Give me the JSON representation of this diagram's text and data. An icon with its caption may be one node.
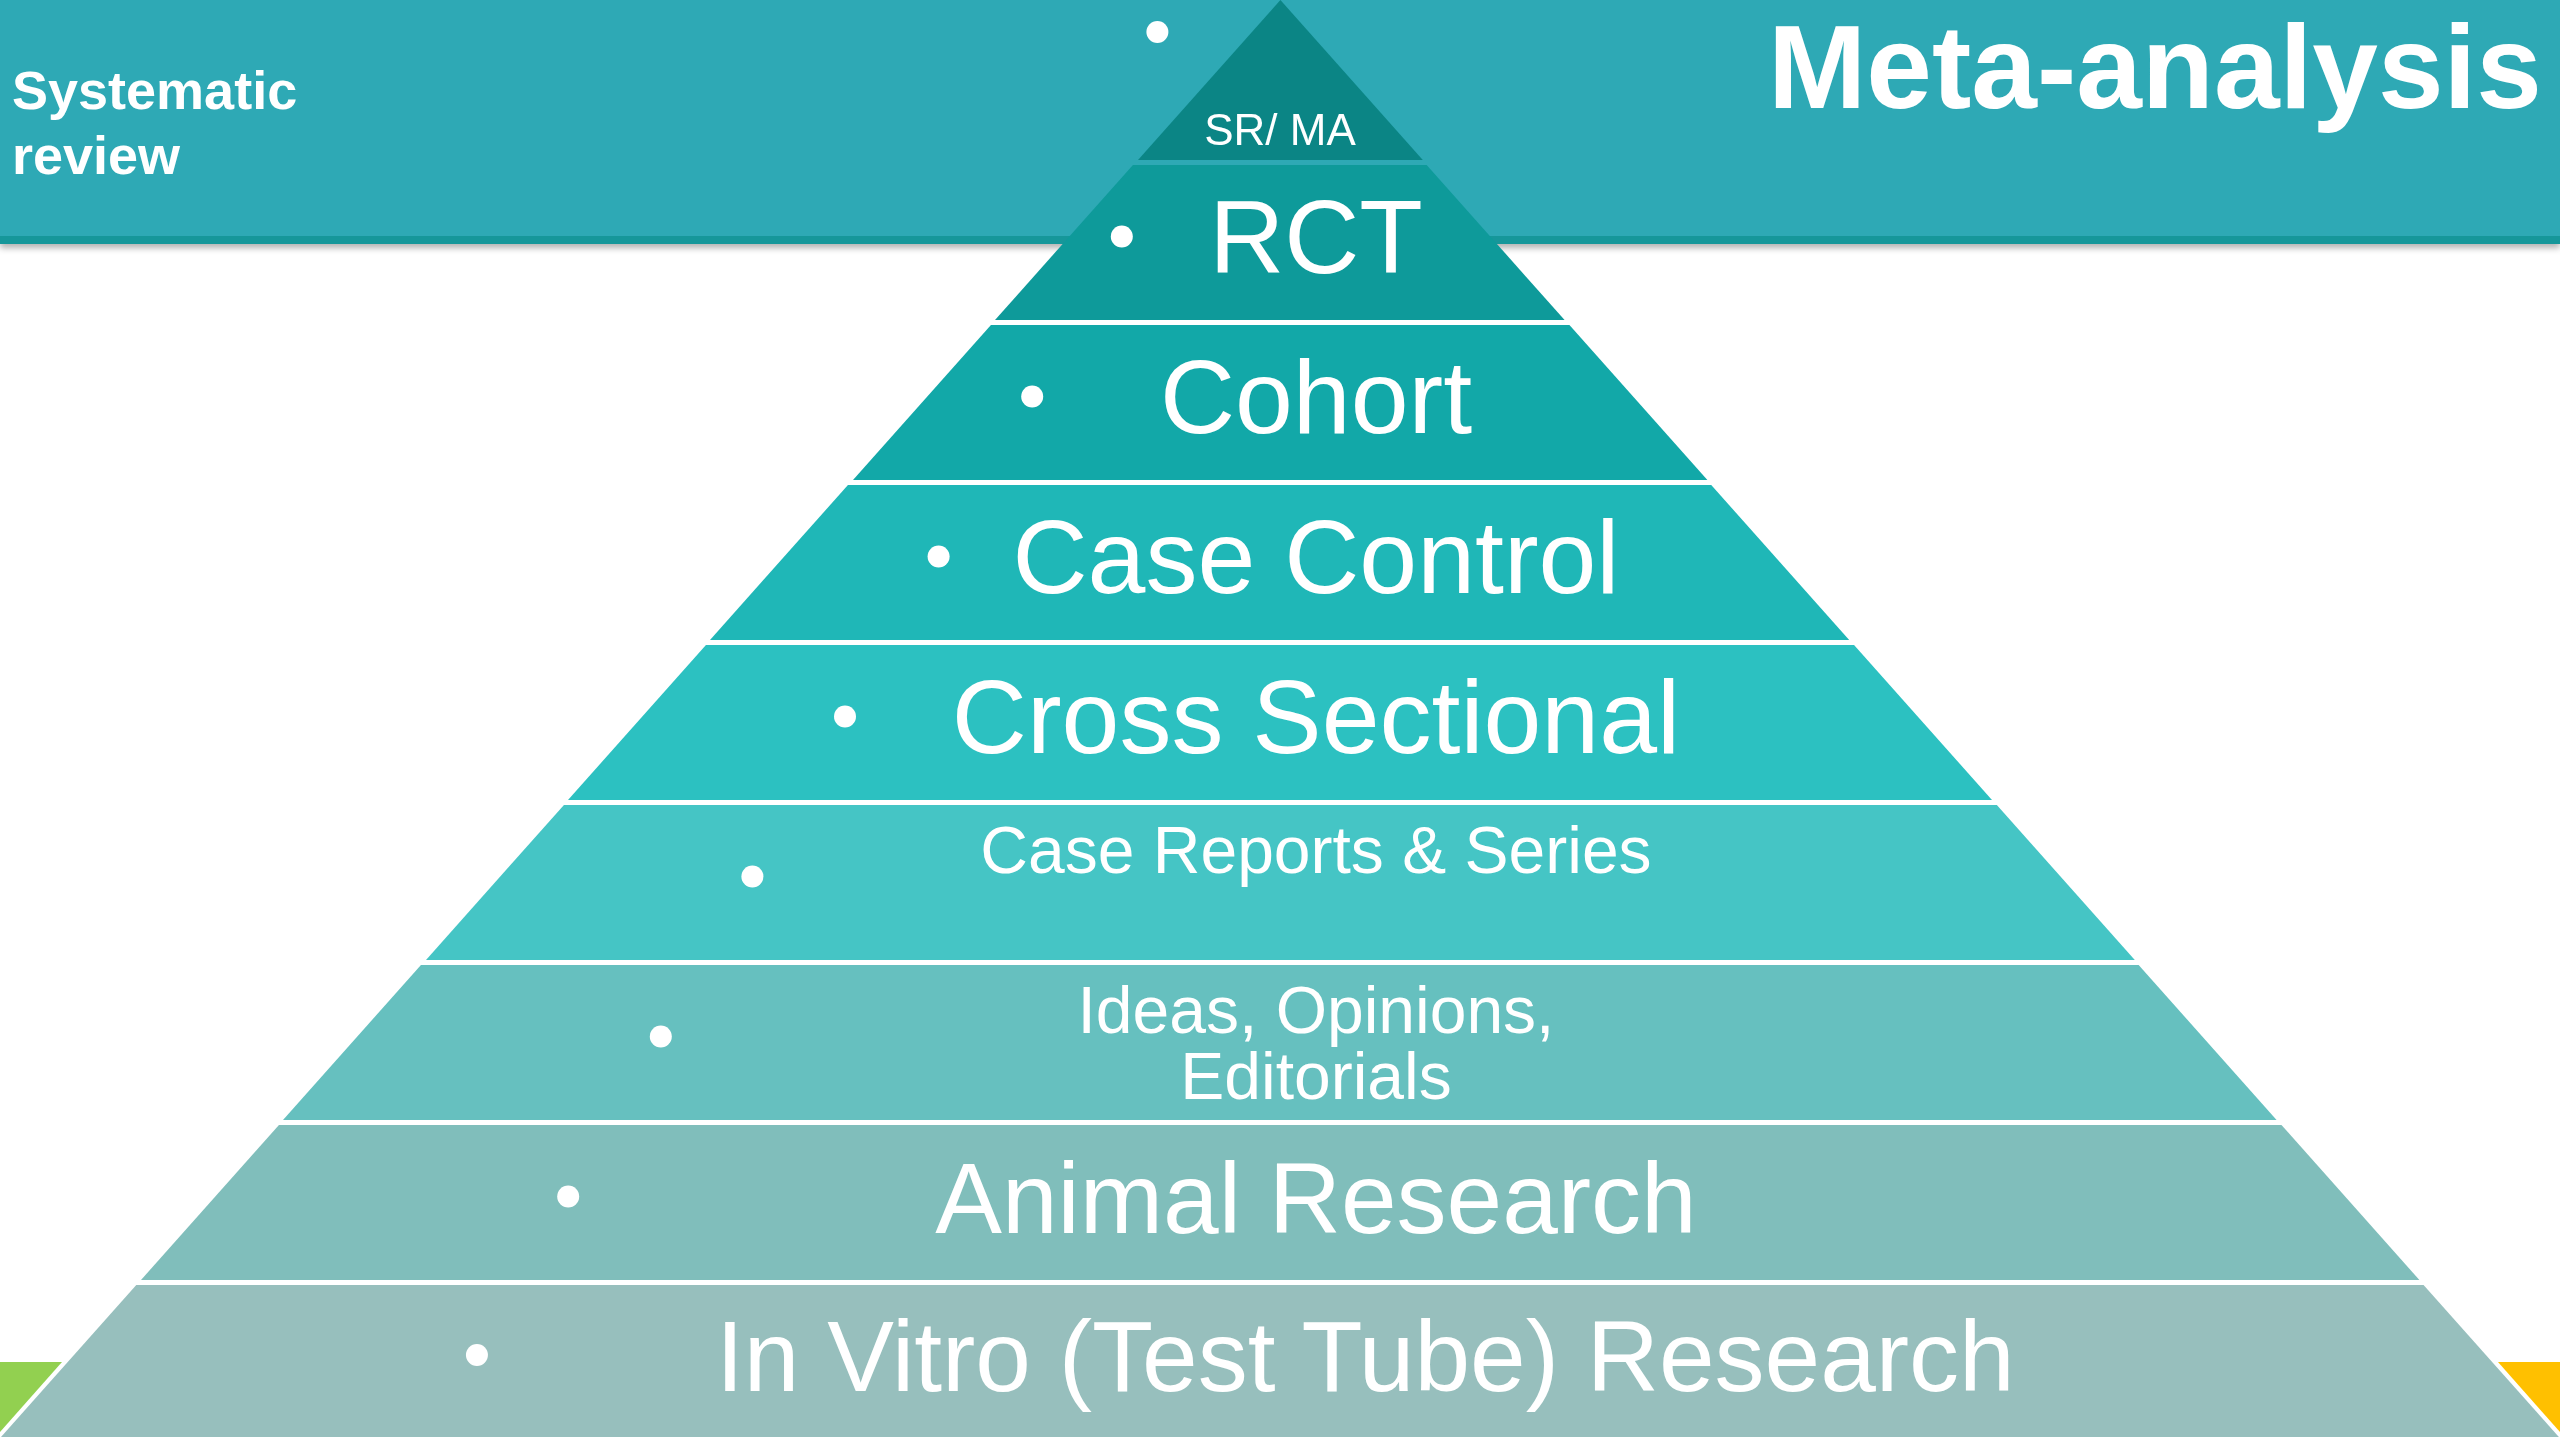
{
  "diagram": {
    "title": "Meta-analysis",
    "nodes": [
      {
        "text": [
          "SR/ MA"
        ]
      },
      {
        "text": [
          "RCT"
        ]
      },
      {
        "text": [
          "Cohort"
        ]
      },
      {
        "text": [
          "Case Control"
        ]
      },
      {
        "text": [
          "Cross Sectional"
        ]
      },
      {
        "text": [
          "Case Reports & Series"
        ]
      },
      {
        "text": [
          "Ideas, Opinions, Editorials"
        ]
      },
      {
        "text": [
          "Animal Research"
        ]
      },
      {
        "text": [
          "In Vitro (Test Tube) Research"
        ]
      }
    ],
    "labels": [
      "Systematic review"
    ]
  }
}
